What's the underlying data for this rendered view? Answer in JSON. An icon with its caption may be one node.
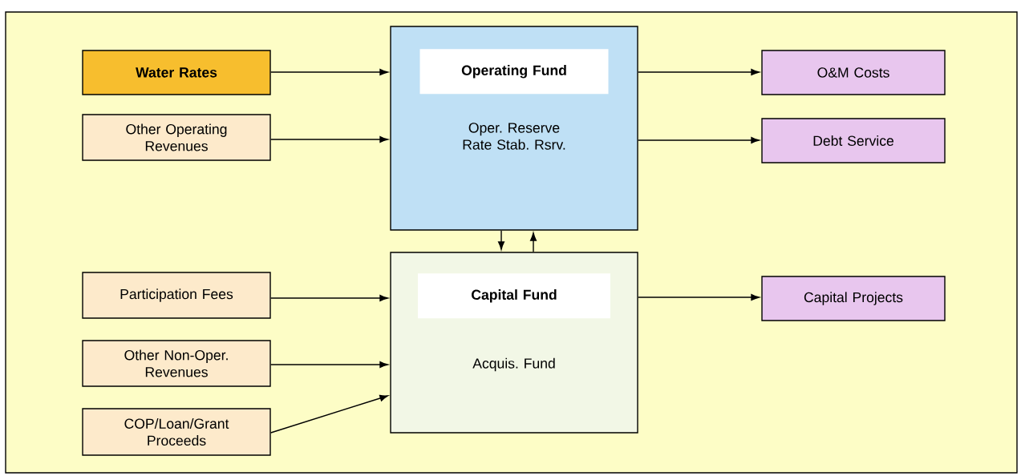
{
  "diagram": {
    "nodes": [
      {
        "text": [
          "Oper. Reserve Rate Stab. Rsrv."
        ]
      },
      {
        "text": [
          "Operating Fund"
        ],
        "in": 0
      },
      {
        "text": [
          "Water Rates"
        ]
      },
      {
        "text": [
          "Other Operating Revenues"
        ]
      },
      {
        "text": [
          "O&M Costs"
        ]
      },
      {
        "text": [
          "Debt Service"
        ]
      },
      {
        "text": [
          "Acquis. Fund"
        ]
      },
      {
        "text": [
          "Capital Fund"
        ],
        "in": 6
      },
      {
        "text": [
          "Participation Fees"
        ]
      },
      {
        "text": [
          "Other Non-Oper. Revenues"
        ]
      },
      {
        "text": [
          "COP/Loan/Grant Proceeds"
        ]
      },
      {
        "text": [
          "Capital Projects"
        ]
      }
    ],
    "edges": [
      {
        "from": 2,
        "to": 0,
        "arrow": "to"
      },
      {
        "from": 3,
        "to": 0,
        "arrow": "to"
      },
      {
        "from": 0,
        "to": 4,
        "arrow": "to"
      },
      {
        "from": 0,
        "to": 5,
        "arrow": "to"
      },
      {
        "from": 0,
        "to": 6,
        "arrow": "to"
      },
      {
        "from": 6,
        "to": 0,
        "arrow": "to"
      },
      {
        "from": 8,
        "to": 6,
        "arrow": "to"
      },
      {
        "from": 9,
        "to": 6,
        "arrow": "to"
      },
      {
        "from": 10,
        "to": 6,
        "arrow": "to"
      },
      {
        "from": 6,
        "to": 11,
        "arrow": "to"
      }
    ]
  }
}
